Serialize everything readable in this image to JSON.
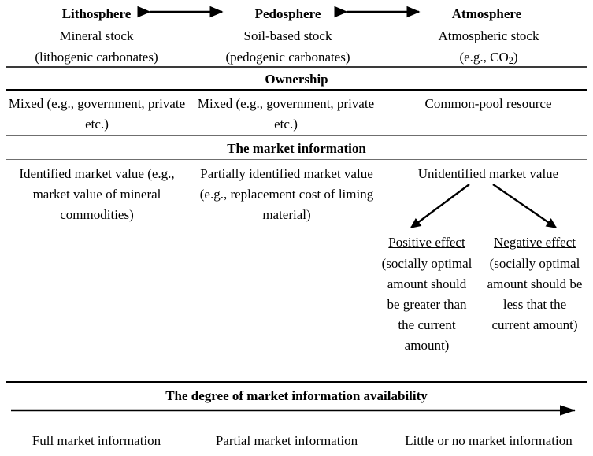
{
  "figure": {
    "columns": [
      {
        "header": "Lithosphere",
        "stock_line1": "Mineral stock",
        "stock_line2": "(lithogenic carbonates)",
        "ownership": "Mixed (e.g., government, private etc.)",
        "market_information": "Identified market value (e.g., market value of mineral commodities)",
        "availability": "Full market information"
      },
      {
        "header": "Pedosphere",
        "stock_line1": "Soil-based stock",
        "stock_line2": "(pedogenic carbonates)",
        "ownership": "Mixed (e.g., government, private etc.)",
        "market_information": "Partially identified market value (e.g., replacement cost of liming material)",
        "availability": "Partial market information"
      },
      {
        "header": "Atmosphere",
        "stock_line1": "Atmospheric stock",
        "stock_line2_prefix": "(e.g., CO",
        "stock_line2_sub": "2",
        "stock_line2_suffix": ")",
        "ownership": "Common-pool resource",
        "market_information": "Unidentified market value",
        "availability": "Little or no market information"
      }
    ],
    "band_titles": {
      "ownership": "Ownership",
      "market_information": "The market information",
      "availability": "The degree of market information availability"
    },
    "effects": [
      {
        "label": "Positive effect",
        "detail": "(socially optimal amount should be greater than the current amount)"
      },
      {
        "label": "Negative effect",
        "detail": "(socially optimal amount should be less that the current amount)"
      }
    ],
    "arrows": {
      "lithosphere_pedosphere": "double-headed-arrow",
      "pedosphere_atmosphere": "double-headed-arrow",
      "to_positive_effect": "arrow-down-left",
      "to_negative_effect": "arrow-down-right",
      "availability_axis": "arrow-right"
    },
    "colors": {
      "ink": "#000000",
      "rule_light": "#6f6f6f",
      "background": "#ffffff"
    }
  }
}
